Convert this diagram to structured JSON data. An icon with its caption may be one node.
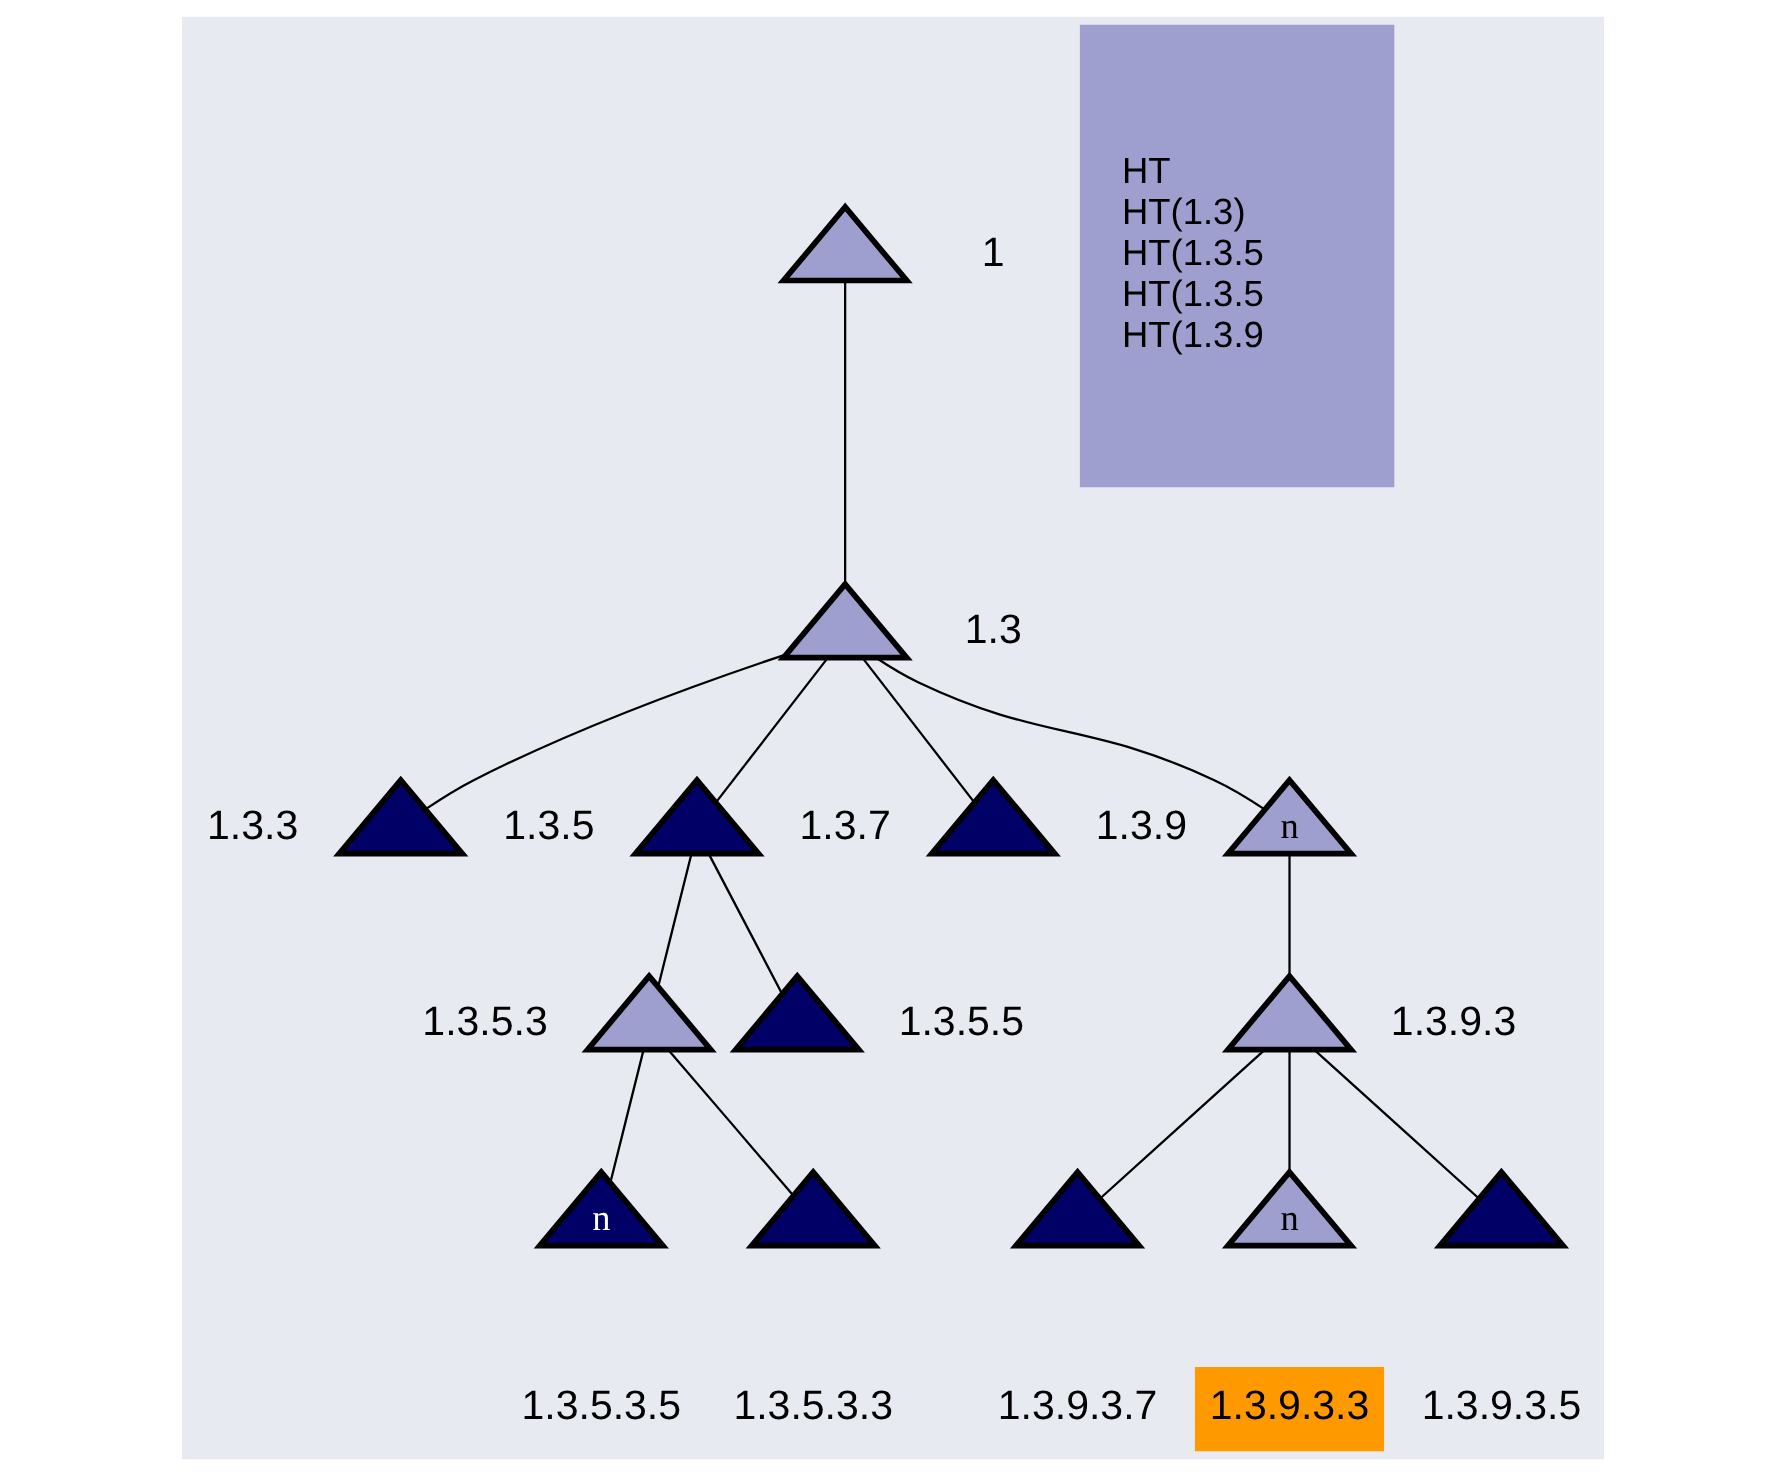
{
  "diagram": {
    "nodes": [
      {
        "text": [],
        "shape": "triangle",
        "beside": [
          "1"
        ]
      },
      {
        "text": [],
        "shape": "triangle",
        "beside": [
          "1.3"
        ]
      },
      {
        "text": [],
        "shape": "triangle",
        "beside": [
          "1.3.3"
        ]
      },
      {
        "text": [],
        "shape": "triangle",
        "beside": [
          "1.3.5"
        ]
      },
      {
        "text": [],
        "shape": "triangle",
        "beside": [
          "1.3.7"
        ]
      },
      {
        "text": [
          "n"
        ],
        "beside": [
          "1.3.9"
        ]
      },
      {
        "text": [],
        "shape": "triangle",
        "beside": [
          "1.3.5.3"
        ]
      },
      {
        "text": [],
        "shape": "triangle",
        "beside": [
          "1.3.5.5"
        ]
      },
      {
        "text": [],
        "shape": "triangle",
        "beside": [
          "1.3.9.3"
        ]
      },
      {
        "text": [],
        "shape": "triangle",
        "beside": [
          "1.3.5.3.3"
        ]
      },
      {
        "text": [
          "n"
        ],
        "beside": [
          "1.3.5.3.5"
        ]
      },
      {
        "text": [
          "n"
        ],
        "beside": [
          "1.3.9.3.3"
        ]
      },
      {
        "text": [],
        "shape": "triangle",
        "beside": [
          "1.3.9.3.5"
        ]
      },
      {
        "text": [],
        "shape": "triangle",
        "beside": [
          "1.3.9.3.7"
        ]
      },
      {
        "text": [
          "HT",
          "HT(1.3)",
          "HT(1.3.5",
          "HT(1.3.5",
          "HT(1.3.9"
        ]
      }
    ],
    "edges": [
      {
        "from": 0,
        "to": 1,
        "arrow": "none"
      },
      {
        "from": 1,
        "to": 2,
        "arrow": "none"
      },
      {
        "from": 1,
        "to": 3,
        "arrow": "none"
      },
      {
        "from": 1,
        "to": 4,
        "arrow": "none"
      },
      {
        "from": 1,
        "to": 5,
        "arrow": "none"
      },
      {
        "from": 3,
        "to": 6,
        "arrow": "none"
      },
      {
        "from": 3,
        "to": 7,
        "arrow": "none"
      },
      {
        "from": 5,
        "to": 8,
        "arrow": "none"
      },
      {
        "from": 6,
        "to": 9,
        "arrow": "none"
      },
      {
        "from": 6,
        "to": 10,
        "arrow": "none"
      },
      {
        "from": 8,
        "to": 11,
        "arrow": "none"
      },
      {
        "from": 8,
        "to": 12,
        "arrow": "none"
      },
      {
        "from": 8,
        "to": 13,
        "arrow": "none"
      }
    ]
  }
}
